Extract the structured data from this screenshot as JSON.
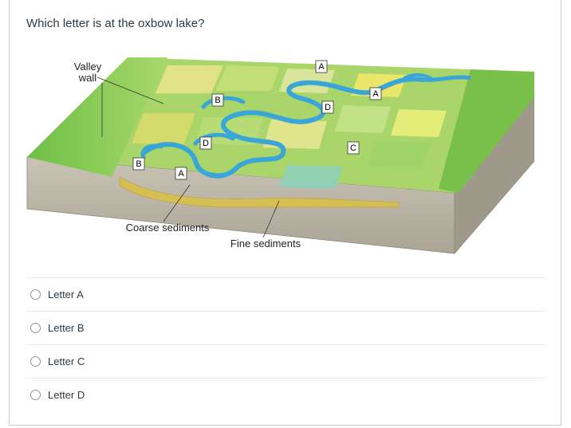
{
  "question": {
    "text": "Which letter is at the oxbow lake?"
  },
  "figure": {
    "labels": {
      "valley_wall": [
        "Valley",
        "wall"
      ],
      "coarse_sediments": "Coarse sediments",
      "fine_sediments": "Fine sediments",
      "letter_a": "A",
      "letter_b": "B",
      "letter_c": "C",
      "letter_d": "D"
    },
    "colors": {
      "river": "#3aa6d8",
      "field_green": "#8cc63f",
      "soil": "#b9b4a6",
      "sediment": "#d6bf52"
    }
  },
  "answers": [
    {
      "label": "Letter A"
    },
    {
      "label": "Letter B"
    },
    {
      "label": "Letter C"
    },
    {
      "label": "Letter D"
    }
  ]
}
